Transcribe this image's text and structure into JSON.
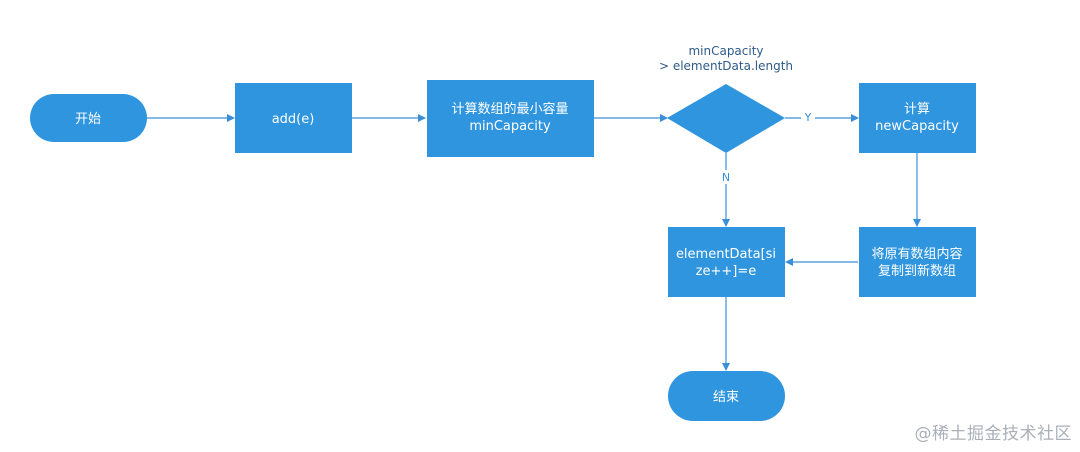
{
  "colors": {
    "node_fill": "#2f95df",
    "edge": "#3a8fd8",
    "label_text": "#2f5b8a",
    "watermark": "#a9b0b8"
  },
  "nodes": {
    "start": {
      "label": "开始"
    },
    "add": {
      "label": "add(e)"
    },
    "calc_min": {
      "line1": "计算数组的最小容量",
      "line2": "minCapacity"
    },
    "decision": {
      "line1": "minCapacity",
      "line2": "> elementData.length"
    },
    "calc_new": {
      "line1": "计算",
      "line2": "newCapacity"
    },
    "copy": {
      "line1": "将原有数组内容",
      "line2": "复制到新数组"
    },
    "assign": {
      "line1": "elementData[si",
      "line2": "ze++]=e"
    },
    "end": {
      "label": "结束"
    }
  },
  "edges": {
    "yes_label": "Y",
    "no_label": "N"
  },
  "watermark": "@稀土掘金技术社区"
}
